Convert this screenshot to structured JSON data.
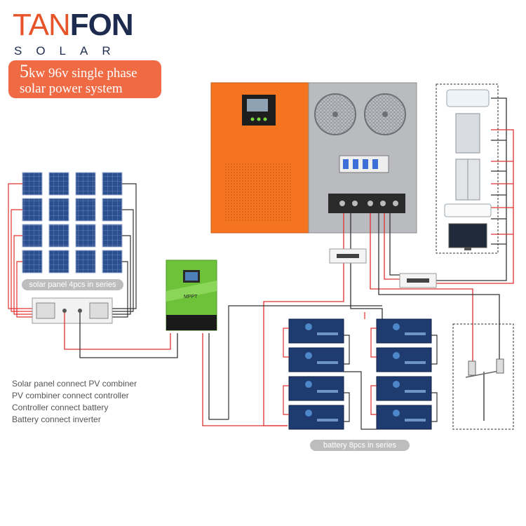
{
  "brand": {
    "logo_part1": "TAN",
    "logo_part2": "FON",
    "logo_sub": "SOLAR"
  },
  "title": {
    "line1_big": "5",
    "line1_rest": "kw 96v single phase",
    "line2": "solar power system"
  },
  "labels": {
    "solar_panel": "solar panel 4pcs in series",
    "battery": "battery 8pcs in series",
    "controller_brand": "MPPT"
  },
  "steps": [
    "Solar panel connect PV combiner",
    "PV combiner connect controller",
    "Controller connect battery",
    "Battery connect inverter"
  ],
  "colors": {
    "brand_orange": "#e8542a",
    "brand_navy": "#1d2b4f",
    "title_bg": "#f06a44",
    "inverter_orange": "#f4741f",
    "controller_green": "#6ec23a",
    "panel_blue": "#2c4f8f",
    "battery_blue": "#1f3c70",
    "wire_red": "#e03030",
    "wire_black": "#333333"
  }
}
